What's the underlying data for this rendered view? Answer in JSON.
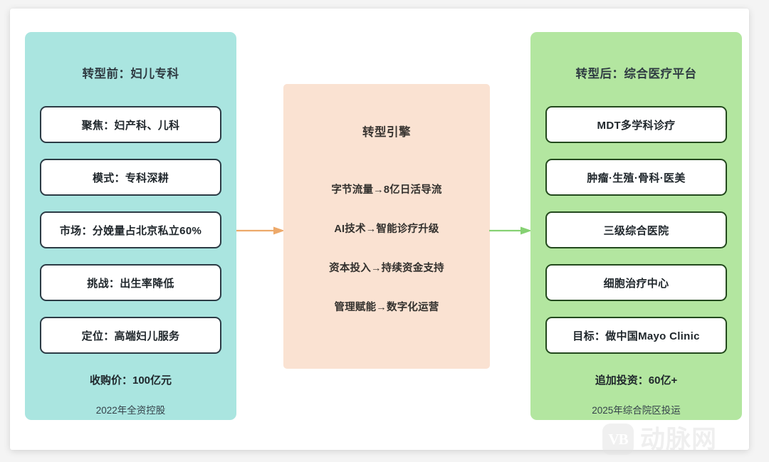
{
  "diagram": {
    "type": "three-stage transformation flow",
    "before": {
      "title": "转型前：妇儿专科",
      "panel_color": "#aae5e0",
      "items": [
        "聚焦：妇产科、儿科",
        "模式：专科深耕",
        "市场：分娩量占北京私立60%",
        "挑战：出生率降低",
        "定位：高端妇儿服务"
      ],
      "footer_strong": "收购价：100亿元",
      "footer_sub": "2022年全资控股"
    },
    "engine": {
      "title": "转型引擎",
      "panel_color": "#fae2d2",
      "lines": [
        "字节流量→8亿日活导流",
        "AI技术→智能诊疗升级",
        "资本投入→持续资金支持",
        "管理赋能→数字化运营"
      ]
    },
    "after": {
      "title": "转型后：综合医疗平台",
      "panel_color": "#b3e6a0",
      "items": [
        "MDT多学科诊疗",
        "肿瘤·生殖·骨科·医美",
        "三级综合医院",
        "细胞治疗中心",
        "目标：做中国Mayo Clinic"
      ],
      "footer_strong": "追加投资：60亿+",
      "footer_sub": "2025年综合院区投运"
    },
    "arrows": [
      {
        "name": "arrow-before-to-engine",
        "color": "#eda96a"
      },
      {
        "name": "arrow-engine-to-after",
        "color": "#86d173"
      }
    ]
  },
  "watermark": {
    "badge_text": "VB",
    "brand_text": "动脉网"
  }
}
